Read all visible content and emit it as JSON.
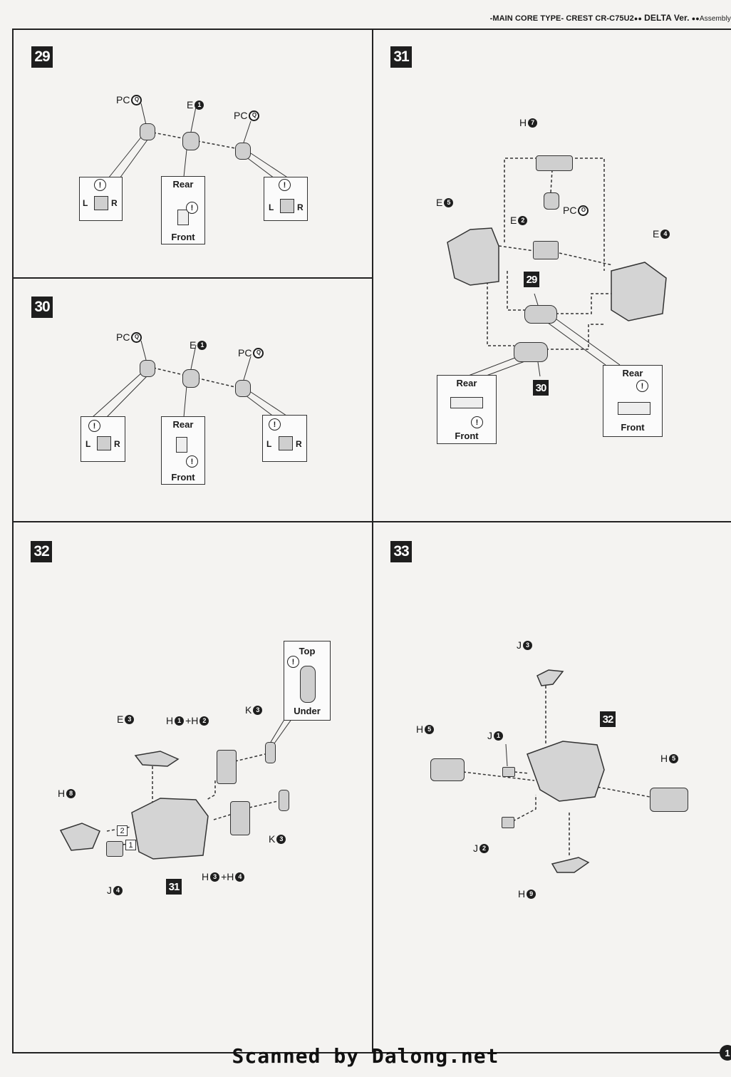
{
  "header": {
    "main_core": "-MAIN CORE TYPE- CREST",
    "model": "CR-C75U2",
    "version": "DELTA Ver.",
    "section": "Assembly"
  },
  "steps": {
    "s29": "29",
    "s30": "30",
    "s31": "31",
    "s32": "32",
    "s33": "33"
  },
  "step29": {
    "pc_left_prefix": "PC",
    "pc_left_code": "Q",
    "e_prefix": "E",
    "e_code": "1",
    "pc_right_prefix": "PC",
    "pc_right_code": "Q",
    "left_l": "L",
    "left_r": "R",
    "rear": "Rear",
    "front": "Front",
    "right_l": "L",
    "right_r": "R"
  },
  "step30": {
    "pc_left_prefix": "PC",
    "pc_left_code": "Q",
    "e_prefix": "E",
    "e_code": "1",
    "pc_right_prefix": "PC",
    "pc_right_code": "Q",
    "left_l": "L",
    "left_r": "R",
    "rear": "Rear",
    "front": "Front",
    "right_l": "L",
    "right_r": "R"
  },
  "step31": {
    "h_prefix": "H",
    "h_code": "7",
    "pc_prefix": "PC",
    "pc_code": "O",
    "e5_prefix": "E",
    "e5_code": "5",
    "e2_prefix": "E",
    "e2_code": "2",
    "e4_prefix": "E",
    "e4_code": "4",
    "ref29": "29",
    "ref30": "30",
    "box_left_rear": "Rear",
    "box_left_front": "Front",
    "box_right_rear": "Rear",
    "box_right_front": "Front"
  },
  "step32": {
    "e3_prefix": "E",
    "e3_code": "3",
    "h12_a": "H",
    "h12_c1": "1",
    "h12_plus": "+H",
    "h12_c2": "2",
    "k3_top_prefix": "K",
    "k3_top_code": "3",
    "k3_bot_prefix": "K",
    "k3_bot_code": "3",
    "h8_prefix": "H",
    "h8_code": "8",
    "j4_prefix": "J",
    "j4_code": "4",
    "h34_a": "H",
    "h34_c1": "3",
    "h34_plus": "+H",
    "h34_c2": "4",
    "ref31": "31",
    "box_top": "Top",
    "box_under": "Under",
    "mark1": "1",
    "mark2": "2"
  },
  "step33": {
    "j3_prefix": "J",
    "j3_code": "3",
    "j1_prefix": "J",
    "j1_code": "1",
    "j2_prefix": "J",
    "j2_code": "2",
    "h5_left_prefix": "H",
    "h5_left_code": "5",
    "h5_right_prefix": "H",
    "h5_right_code": "5",
    "h9_prefix": "H",
    "h9_code": "9",
    "ref32": "32"
  },
  "footer": {
    "scan_credit": "Scanned by Dalong.net",
    "page_number": "1"
  },
  "icons": {
    "warning": "!"
  }
}
